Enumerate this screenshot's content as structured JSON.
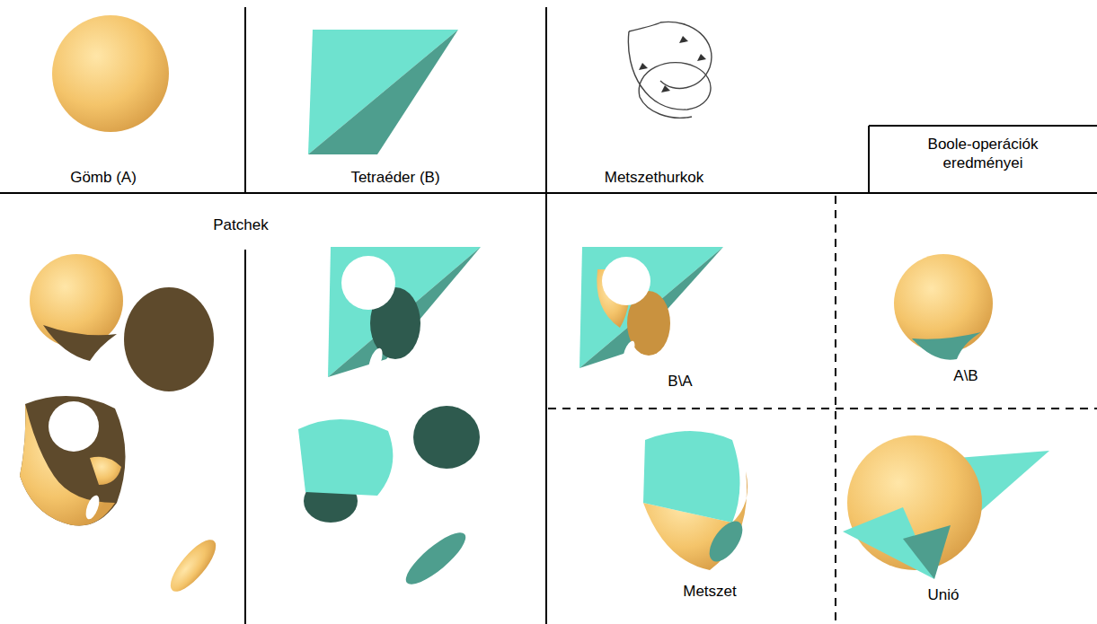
{
  "diagram": {
    "labels": [
      "Gömb (A)",
      "Tetraéder (B)",
      "Metszethurkok",
      "Boole-operációk eredményei",
      "Patchek",
      "B\\A",
      "A\\B",
      "Metszet",
      "Unió"
    ]
  }
}
